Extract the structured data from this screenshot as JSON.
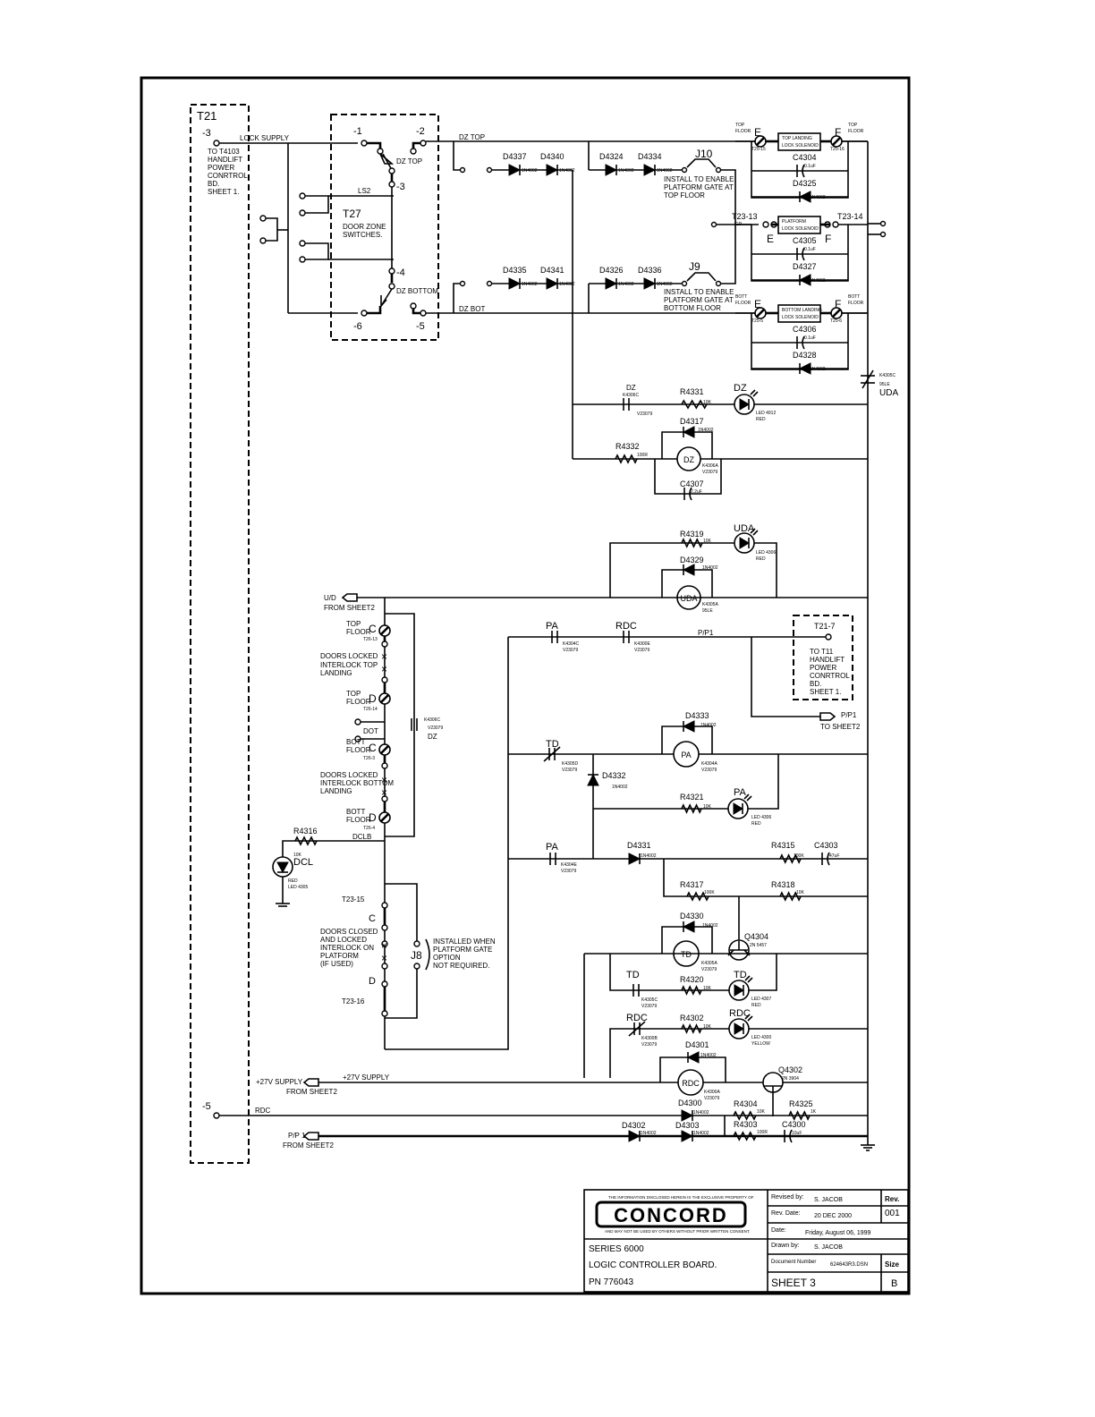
{
  "title_block": {
    "notice_top": "THE INFORMATION DISCLOSED HEREIN IS THE EXCLUSIVE PROPERTY OF",
    "logo": "CONCORD",
    "notice_bottom": "AND MAY NOT BE USED BY OTHERS WITHOUT PRIOR WRITTEN CONSENT.",
    "series": "SERIES 6000",
    "board": "LOGIC CONTROLLER BOARD.",
    "pn": "PN 776043",
    "revised_by_label": "Revised by:",
    "revised_by": "S. JACOB",
    "rev_label": "Rev.",
    "rev": "001",
    "rev_date_label": "Rev. Date:",
    "rev_date": "20 DEC 2000",
    "date_label": "Date:",
    "date": "Friday, August 06, 1999",
    "drawn_by_label": "Drawn by:",
    "drawn_by": "S. JACOB",
    "doc_label": "Document Number",
    "doc": "624643R3.DSN",
    "size_label": "Size",
    "size": "B",
    "sheet": "SHEET  3"
  },
  "left": {
    "t21": "T21",
    "pin3": "-3",
    "pin5": "-5",
    "t21_note": [
      "TO T4103",
      "HANDLIFT",
      "POWER",
      "CONRTROL",
      "BD.",
      "SHEET 1."
    ],
    "lock_supply": "LOCK SUPPLY",
    "t27": "T27",
    "t27_note": [
      "DOOR ZONE",
      "SWITCHES."
    ],
    "ls2": "LS2",
    "sw_pins": [
      "-1",
      "-2",
      "-3",
      "-4",
      "-5",
      "-6"
    ],
    "dz_top_sw": "DZ TOP",
    "dz_bottom_sw": "DZ BOTTOM",
    "dz_top_net": "DZ TOP",
    "dz_bot_net": "DZ BOT"
  },
  "diodes_top": [
    {
      "ref": "D4337",
      "part": "1N4002"
    },
    {
      "ref": "D4340",
      "part": "1N4002"
    },
    {
      "ref": "D4324",
      "part": "1N4002"
    },
    {
      "ref": "D4334",
      "part": "1N4002"
    }
  ],
  "diodes_bot": [
    {
      "ref": "D4335",
      "part": "1N4002"
    },
    {
      "ref": "D4341",
      "part": "1N4002"
    },
    {
      "ref": "D4326",
      "part": "1N4002"
    },
    {
      "ref": "D4336",
      "part": "1N4002"
    }
  ],
  "jumpers": {
    "j10": "J10",
    "j10_note": [
      "INSTALL TO ENABLE",
      "PLATFORM GATE AT",
      "TOP FLOOR"
    ],
    "j9": "J9",
    "j9_note": [
      "INSTALL TO ENABLE",
      "PLATFORM GATE AT",
      "BOTTOM FLOOR"
    ],
    "j8": "J8",
    "j8_note": [
      "INSTALLED WHEN",
      "PLATFORM GATE",
      "OPTION",
      "NOT REQUIRED."
    ]
  },
  "solenoids": [
    {
      "name_l": "TOP",
      "name_l2": "FLOOR",
      "e": "E",
      "f": "F",
      "name_r": "TOP",
      "name_r2": "FLOOR",
      "label": [
        "TOP LANDING",
        "LOCK SOLENOID"
      ],
      "term_l": "T25-15",
      "term_r": "T25-16",
      "cap": "C4304",
      "cap_val": "0.1uF",
      "diode": "D4325",
      "diode_part": "1N4002"
    },
    {
      "name_l": "T23-13",
      "name_l2": "GP",
      "e": "E",
      "f": "F",
      "name_r": "T23-14",
      "name_r2": "",
      "label": [
        "PLATFORM",
        "LOCK SOLENOID"
      ],
      "term_l": "",
      "term_r": "",
      "cap": "C4305",
      "cap_val": "0.1uF",
      "diode": "D4327",
      "diode_part": "1N4002"
    },
    {
      "name_l": "BOTT",
      "name_l2": "FLOOR",
      "e": "E",
      "f": "F",
      "name_r": "BOTT",
      "name_r2": "FLOOR",
      "label": [
        "BOTTOM LANDING",
        "LOCK SOLENOID"
      ],
      "term_l": "T25-5",
      "term_r": "T25-6",
      "cap": "C4306",
      "cap_val": "0.1uF",
      "diode": "D4328",
      "diode_part": "1N4002"
    }
  ],
  "uda_contact": {
    "ref": "K4305C",
    "pins": "95LE",
    "name": "UDA"
  },
  "dz_circuit": {
    "contact": "DZ",
    "contact_ref": "K4306C",
    "contact_v": "V23079",
    "r1": "R4331",
    "r1_val": "10K",
    "led": "DZ",
    "led_part": "LED 4912",
    "led_color": "RED",
    "d": "D4317",
    "d_part": "1N4002",
    "r2": "R4332",
    "r2_val": "100R",
    "relay": "DZ",
    "relay_ref": "K4306A",
    "relay_v": "V23079",
    "cap": "C4307",
    "cap_val": "2.2uF"
  },
  "uda_circuit": {
    "r": "R4319",
    "r_val": "10K",
    "led": "UDA",
    "led_part": "LED 4306",
    "led_color": "RED",
    "d": "D4329",
    "d_part": "1N4002",
    "relay": "UDA",
    "relay_ref": "K4305A",
    "relay_pins": "95LE"
  },
  "ud_in": {
    "name": "U/D",
    "from": "FROM SHEET2"
  },
  "interlocks": {
    "top_c": [
      "TOP",
      "FLOOR",
      "C",
      "T26-13"
    ],
    "top_note": [
      "DOORS LOCKED",
      "INTERLOCK TOP",
      "LANDING"
    ],
    "top_d": [
      "TOP",
      "FLOOR",
      "D",
      "T26-14"
    ],
    "dot": "DOT",
    "bott_c": [
      "BOTT",
      "FLOOR",
      "C",
      "T26-3"
    ],
    "bott_note": [
      "DOORS LOCKED",
      "INTERLOCK BOTTOM",
      "LANDING"
    ],
    "bott_d": [
      "BOTT",
      "FLOOR",
      "D",
      "T26-4"
    ],
    "dz_contact": [
      "K4306C",
      "V23079",
      "DZ"
    ],
    "dclb": "DCLB",
    "r4316": "R4316",
    "r4316_val": "10K",
    "dcl": "DCL",
    "dcl_color": "RED",
    "dcl_part": "LED 4305",
    "t23_15": "T23-15",
    "c": "C",
    "d": "D",
    "t23_16": "T23-16",
    "plat_note": [
      "DOORS CLOSED",
      "AND LOCKED",
      "INTERLOCK ON",
      "PLATFORM",
      "(IF USED)"
    ]
  },
  "pp1": {
    "pa": "PA",
    "pa_ref": "K4304C",
    "pa_v": "V23079",
    "rdc": "RDC",
    "rdc_ref": "K4300E",
    "rdc_v": "V23079",
    "net": "P/P1",
    "t21_7": "T21-7",
    "t21_7_note": [
      "TO T11",
      "HANDLIFT",
      "POWER",
      "CONRTROL",
      "BD.",
      "SHEET 1."
    ],
    "out": "P/P1",
    "to": "TO SHEET2"
  },
  "pa_circuit": {
    "td": "TD",
    "td_ref": "K4305D",
    "td_v": "V23079",
    "d4333": "D4333",
    "d4333_part": "1N4002",
    "relay": "PA",
    "relay_ref": "K4304A",
    "relay_v": "V23079",
    "d4332": "D4332",
    "d4332_part": "1N4002",
    "r": "R4321",
    "r_val": "10K",
    "led": "PA",
    "led_part": "LED 4306",
    "led_color": "RED"
  },
  "td_circuit": {
    "pa": "PA",
    "pa_ref": "K4304E",
    "pa_v": "V23079",
    "d4331": "D4331",
    "d4331_part": "1N4002",
    "r4315": "R4315",
    "r4315_val": "100K",
    "c4303": "C4303",
    "c4303_val": "47uF",
    "r4317": "R4317",
    "r4317_val": "100K",
    "r4318": "R4318",
    "r4318_val": "10K",
    "d4330": "D4330",
    "d4330_part": "1N4002",
    "relay": "TD",
    "relay_ref": "K4305A",
    "relay_v": "V23079",
    "q": "Q4304",
    "q_part": "2N 5457",
    "td2": "TD",
    "td2_ref": "K4305C",
    "td2_v": "V23079",
    "r4320": "R4320",
    "r4320_val": "10K",
    "led": "TD",
    "led_part": "LED 4307",
    "led_color": "RED"
  },
  "rdc_circuit": {
    "rdc": "RDC",
    "rdc_ref": "K4300B",
    "rdc_v": "V23079",
    "r4302": "R4302",
    "r4302_val": "10K",
    "led": "RDC",
    "led_part": "LED 4300",
    "led_color": "YELLOW",
    "d4301": "D4301",
    "d4301_part": "1N4002",
    "relay": "RDC",
    "relay_ref": "K4300A",
    "relay_v": "V23079",
    "q": "Q4302",
    "q_part": "2N 3904",
    "supply": "+27V SUPPLY",
    "supply_net": "+27V SUPPLY",
    "supply_from": "FROM SHEET2",
    "rdc_net": "RDC",
    "d4300": "D4300",
    "d4300_part": "1N4002",
    "r4304": "R4304",
    "r4304_val": "10K",
    "r4325": "R4325",
    "r4325_val": "1K",
    "d4302": "D4302",
    "d4302_part": "1N4002",
    "d4303": "D4303",
    "d4303_part": "1N4002",
    "r4303": "R4303",
    "r4303_val": "100R",
    "c4300": "C4300",
    "c4300_val": "10uF",
    "pp1_in": "P/P 1",
    "pp1_from": "FROM SHEET2"
  }
}
